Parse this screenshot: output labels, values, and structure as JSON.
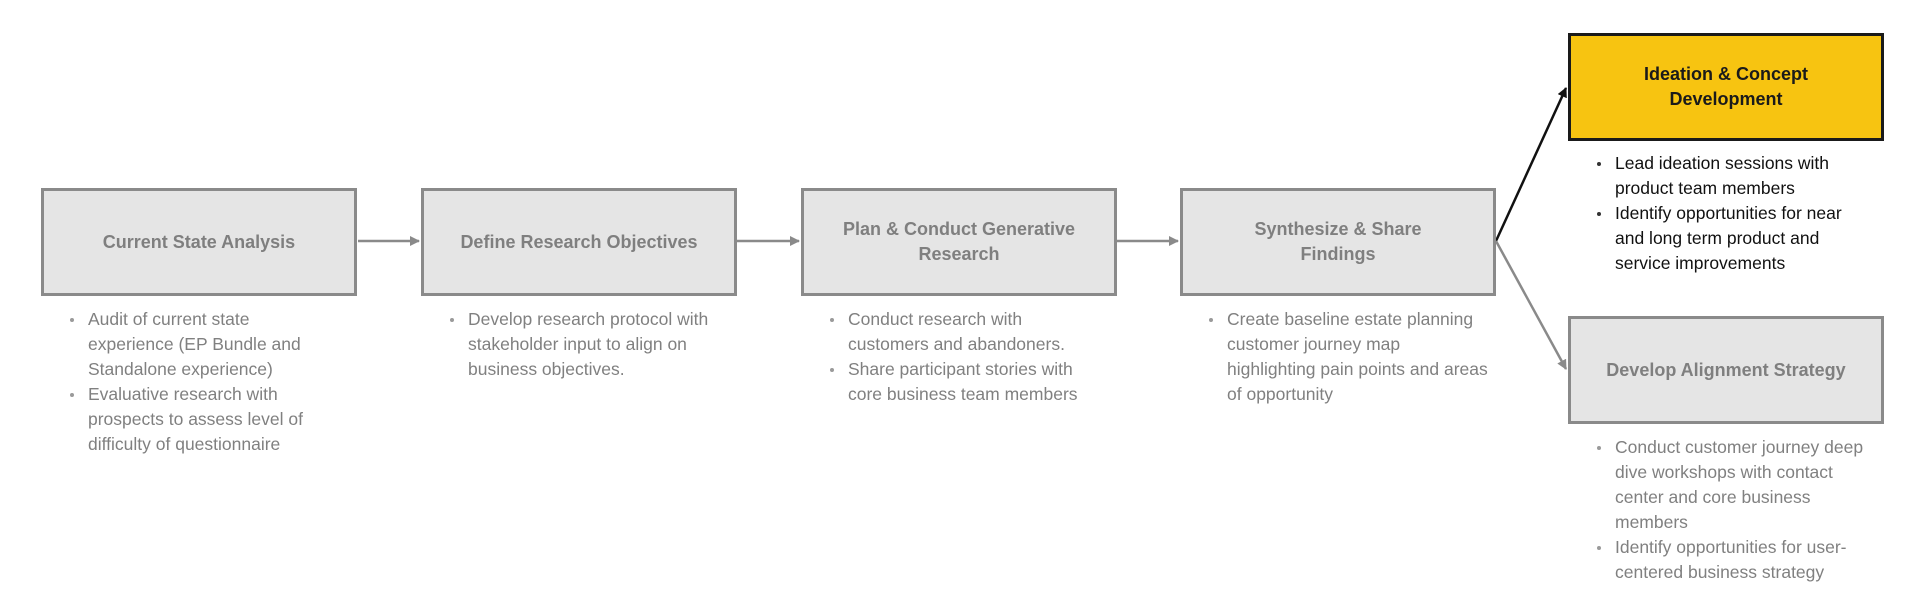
{
  "colors": {
    "step_fill": "#e5e5e5",
    "step_border": "#8a8a8a",
    "step_text": "#7f7f7f",
    "highlight_fill": "#f7c411",
    "highlight_border": "#1a1a1a",
    "highlight_text": "#1a1a1a",
    "connector": "#8a8a8a",
    "highlight_connector": "#111111"
  },
  "steps": [
    {
      "title": "Current State Analysis",
      "bullets": [
        "Audit of current state experience (EP Bundle and Standalone experience)",
        "Evaluative research with prospects to assess level of difficulty of questionnaire"
      ]
    },
    {
      "title": "Define Research Objectives",
      "bullets": [
        "Develop research protocol with stakeholder input to align on business objectives."
      ]
    },
    {
      "title": "Plan & Conduct Generative Research",
      "bullets": [
        "Conduct research with customers and abandoners.",
        "Share participant stories with core business team members"
      ]
    },
    {
      "title": "Synthesize & Share Findings",
      "bullets": [
        "Create baseline estate planning customer journey map highlighting pain points and areas of opportunity"
      ]
    }
  ],
  "branches": [
    {
      "title": "Ideation & Concept Development",
      "highlighted": true,
      "bullets": [
        "Lead ideation sessions with product team members",
        "Identify opportunities for near and long term product and service improvements"
      ]
    },
    {
      "title": "Develop Alignment Strategy",
      "highlighted": false,
      "bullets": [
        "Conduct customer journey deep dive workshops with contact center and core business members",
        "Identify opportunities for user-centered business strategy"
      ]
    }
  ]
}
